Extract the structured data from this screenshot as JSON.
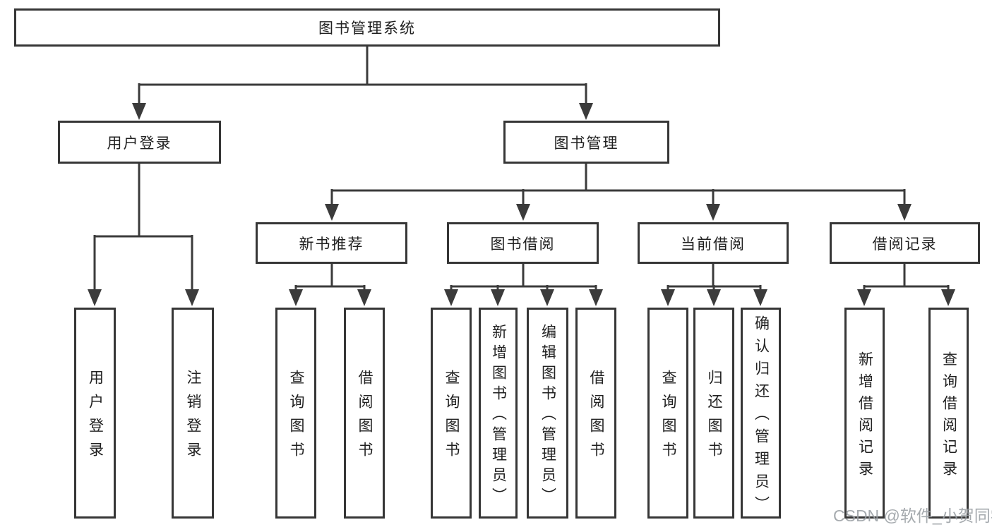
{
  "root": {
    "label": "图书管理系统"
  },
  "level2": [
    {
      "label": "用户登录"
    },
    {
      "label": "图书管理"
    }
  ],
  "level3": [
    {
      "label": "新书推荐"
    },
    {
      "label": "图书借阅"
    },
    {
      "label": "当前借阅"
    },
    {
      "label": "借阅记录"
    }
  ],
  "leaves": {
    "user_login": [
      {
        "label": "用户登录"
      },
      {
        "label": "注销登录"
      }
    ],
    "new_books": [
      {
        "label": "查询图书"
      },
      {
        "label": "借阅图书"
      }
    ],
    "book_borrow": [
      {
        "label": "查询图书"
      },
      {
        "label": "新增图书（管理员）"
      },
      {
        "label": "编辑图书（管理员）"
      },
      {
        "label": "借阅图书"
      }
    ],
    "current_borrow": [
      {
        "label": "查询图书"
      },
      {
        "label": "归还图书"
      },
      {
        "label": "确认归还（管理员）"
      }
    ],
    "borrow_records": [
      {
        "label": "新增借阅记录"
      },
      {
        "label": "查询借阅记录"
      }
    ]
  },
  "watermark": {
    "text": "CSDN @软件_小贺同学"
  },
  "colors": {
    "line": "#3b3b3b",
    "border": "#363636",
    "text": "#212121",
    "watermark": "#989ea3"
  }
}
